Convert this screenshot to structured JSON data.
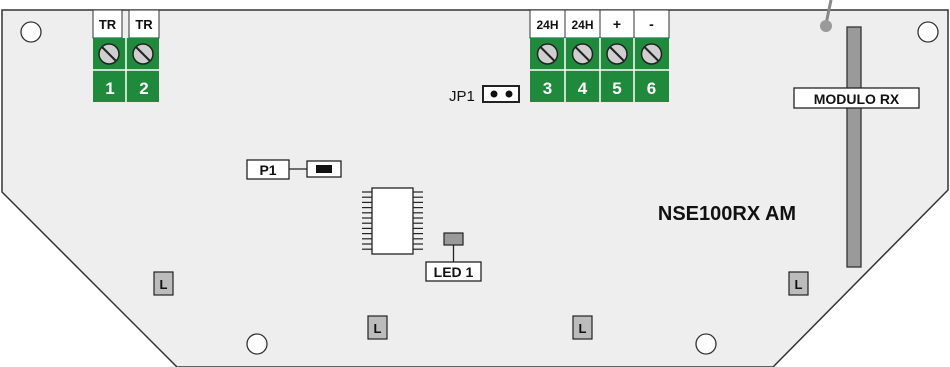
{
  "board": {
    "model": "NSE100RX AM",
    "module_label": "MODULO RX",
    "jumper_label": "JP1",
    "button_label": "P1",
    "led_label": "LED 1"
  },
  "terminals_left": [
    {
      "top": "TR",
      "num": "1"
    },
    {
      "top": "TR",
      "num": "2"
    }
  ],
  "terminals_right": [
    {
      "top": "24H",
      "num": "3"
    },
    {
      "top": "24H",
      "num": "4"
    },
    {
      "top": "+",
      "num": "5"
    },
    {
      "top": "-",
      "num": "6"
    }
  ],
  "inductor_label": "L",
  "colors": {
    "board": "#eeeeee",
    "terminal_green": "#1f8a3c",
    "component_grey": "#9a9a9a",
    "outline": "#333333"
  }
}
